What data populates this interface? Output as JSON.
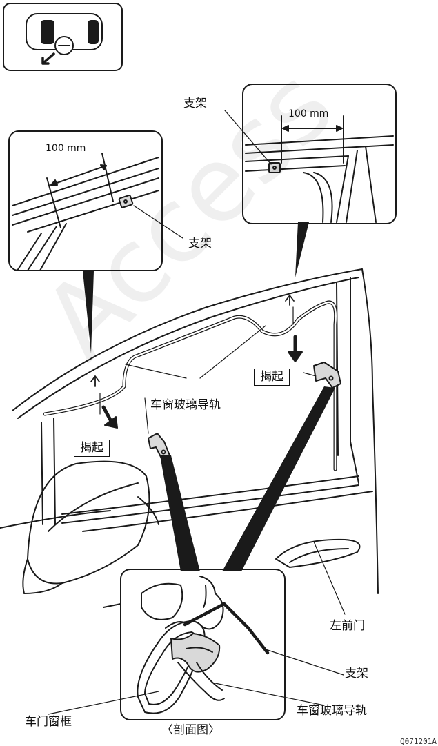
{
  "labels": {
    "bracket_top_right": "支架",
    "dimension_top_right": "100 mm",
    "dimension_top_left": "100 mm",
    "bracket_top_left": "支架",
    "lift_right": "揭起",
    "glass_run_main": "车窗玻璃导轨",
    "lift_left": "揭起",
    "front_left_door": "左前门",
    "bracket_section": "支架",
    "door_frame": "车门窗框",
    "glass_run_section": "车窗玻璃导轨",
    "section_view": "〈剖面图〉",
    "figure_code": "Q071201A"
  },
  "watermark": "Access",
  "colors": {
    "line": "#1a1a1a",
    "part_fill": "#d9d9d9",
    "background": "#ffffff"
  }
}
